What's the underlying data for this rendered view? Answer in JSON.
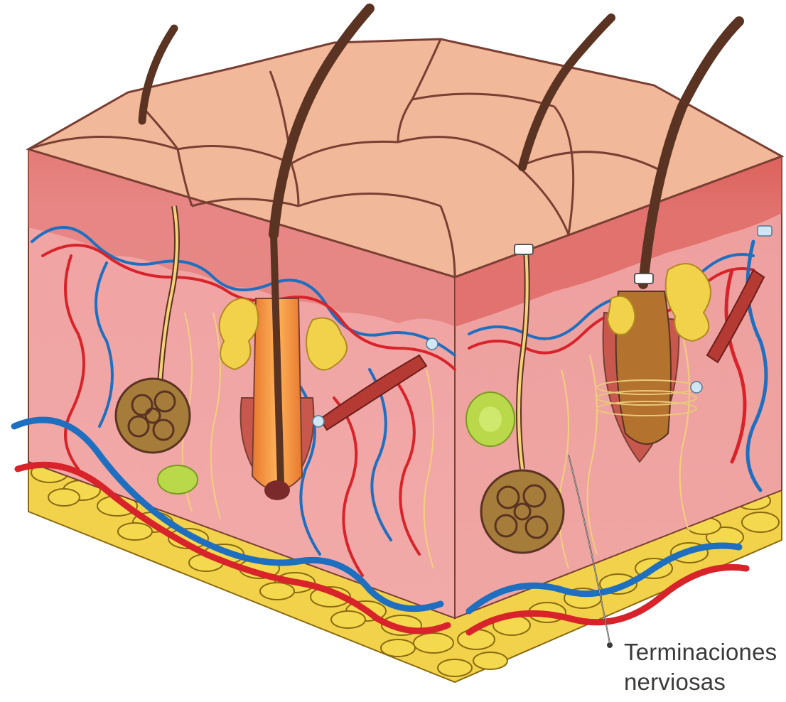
{
  "diagram": {
    "callouts": [
      {
        "id": "nerve-endings",
        "lines": [
          "Terminaciones",
          "nerviosas"
        ]
      }
    ],
    "colors": {
      "epidermis_top": "#f2b89a",
      "epidermis_edge": "#7a3f32",
      "dermis": "#f0a3a3",
      "dermis_upper": "#e8898a",
      "fat": "#f2d24a",
      "fat_outline": "#8a6a10",
      "artery": "#d8232a",
      "vein": "#1f6fc0",
      "hair": "#5a3322",
      "gland": "#a67c3a",
      "nerve": "#f5d27a",
      "receptor": "#b9d94a"
    }
  }
}
